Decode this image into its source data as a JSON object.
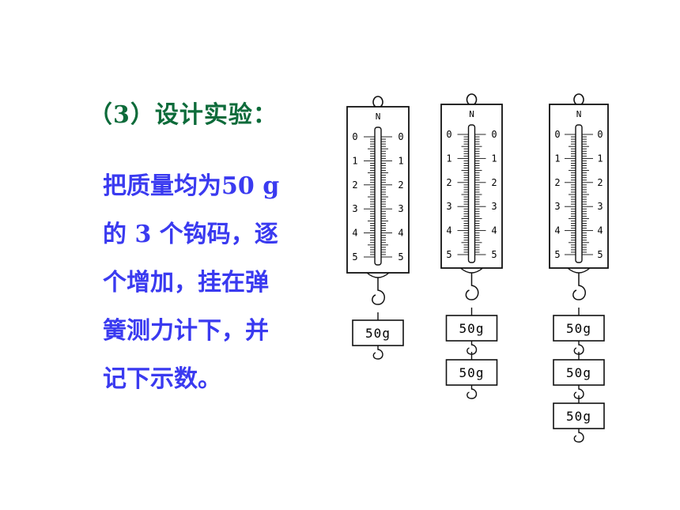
{
  "heading": "（3）设计实验：",
  "body_lines": [
    "把质量均为50 g",
    "的 3 个钩码，逐",
    "个增加，挂在弹",
    "簧测力计下，并",
    "记下示数。"
  ],
  "colors": {
    "heading": "#0d6b3a",
    "body": "#3a3af0",
    "line": "#111111"
  },
  "scale": {
    "unit": "N",
    "ticks": [
      "0",
      "1",
      "2",
      "3",
      "4",
      "5"
    ]
  },
  "weight_label": "50g",
  "scales": [
    {
      "name": "one-weight",
      "weight_count": 1
    },
    {
      "name": "two-weights",
      "weight_count": 2
    },
    {
      "name": "three-weights",
      "weight_count": 3
    }
  ]
}
